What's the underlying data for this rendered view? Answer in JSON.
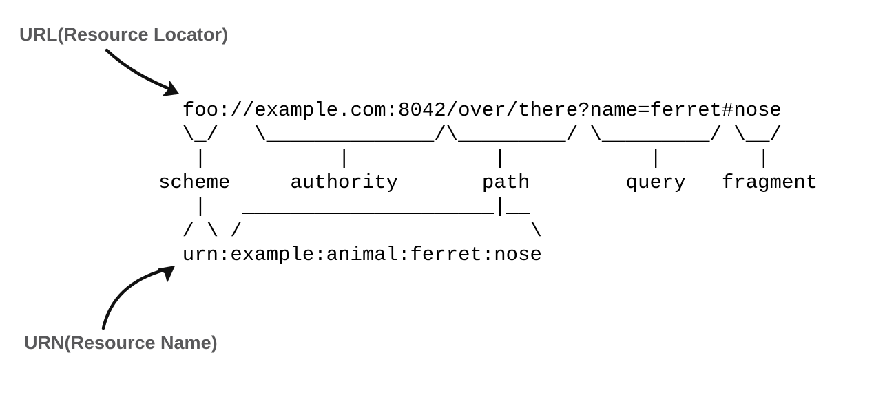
{
  "labels": {
    "url": "URL(Resource Locator)",
    "urn": "URN(Resource Name)"
  },
  "diagram": {
    "ascii_art": "  foo://example.com:8042/over/there?name=ferret#nose\n  \\_/   \\______________/\\_________/ \\_________/ \\__/\n   |           |            |            |        |\nscheme     authority       path        query   fragment\n   |   _____________________|__\n  / \\ /                        \\\n  urn:example:animal:ferret:nose",
    "url_example": "foo://example.com:8042/over/there?name=ferret#nose",
    "urn_example": "urn:example:animal:ferret:nose",
    "components": [
      "scheme",
      "authority",
      "path",
      "query",
      "fragment"
    ],
    "component_values": {
      "scheme": "foo",
      "authority": "example.com:8042",
      "path": "/over/there",
      "query": "name=ferret",
      "fragment": "nose"
    }
  },
  "colors": {
    "background": "#ffffff",
    "label_text": "#58585a",
    "diagram_text": "#000000",
    "arrow": "#111111"
  }
}
